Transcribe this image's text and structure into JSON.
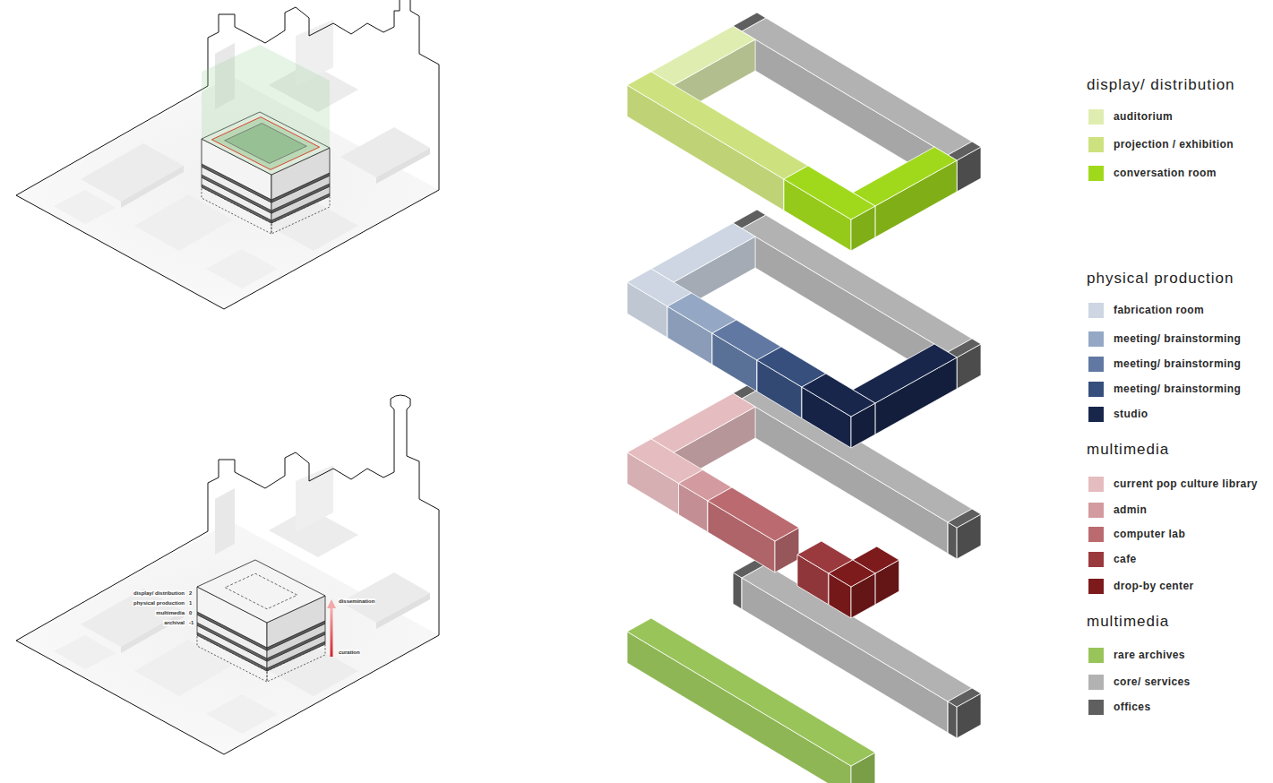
{
  "diagram": {
    "labels": [
      "display/ distribution",
      "physical production",
      "multimedia",
      "multimedia",
      "display/ distribution",
      "2",
      "physical production",
      "1",
      "multimedia",
      "0",
      "archival",
      "-1",
      "dissemination",
      "curation"
    ],
    "legend": [
      {
        "text": "auditorium",
        "color": "#dfeeb0"
      },
      {
        "text": "projection / exhibition",
        "color": "#cde27f"
      },
      {
        "text": "conversation room",
        "color": "#a0d91c"
      },
      {
        "text": "fabrication room",
        "color": "#cdd6e2"
      },
      {
        "text": "meeting/ brainstorming",
        "color": "#94a8c5"
      },
      {
        "text": "meeting/ brainstorming",
        "color": "#6179a2"
      },
      {
        "text": "meeting/ brainstorming",
        "color": "#364f7d"
      },
      {
        "text": "studio",
        "color": "#18264b"
      },
      {
        "text": "current pop culture library",
        "color": "#e5bcbf"
      },
      {
        "text": "admin",
        "color": "#d39a9f"
      },
      {
        "text": "computer lab",
        "color": "#bb6b70"
      },
      {
        "text": "cafe",
        "color": "#9a3a3e"
      },
      {
        "text": "drop-by center",
        "color": "#7d1a1c"
      },
      {
        "text": "rare archives",
        "color": "#99c45a"
      },
      {
        "text": "core/ services",
        "color": "#b2b2b2"
      },
      {
        "text": "offices",
        "color": "#5f5f5f"
      }
    ]
  }
}
